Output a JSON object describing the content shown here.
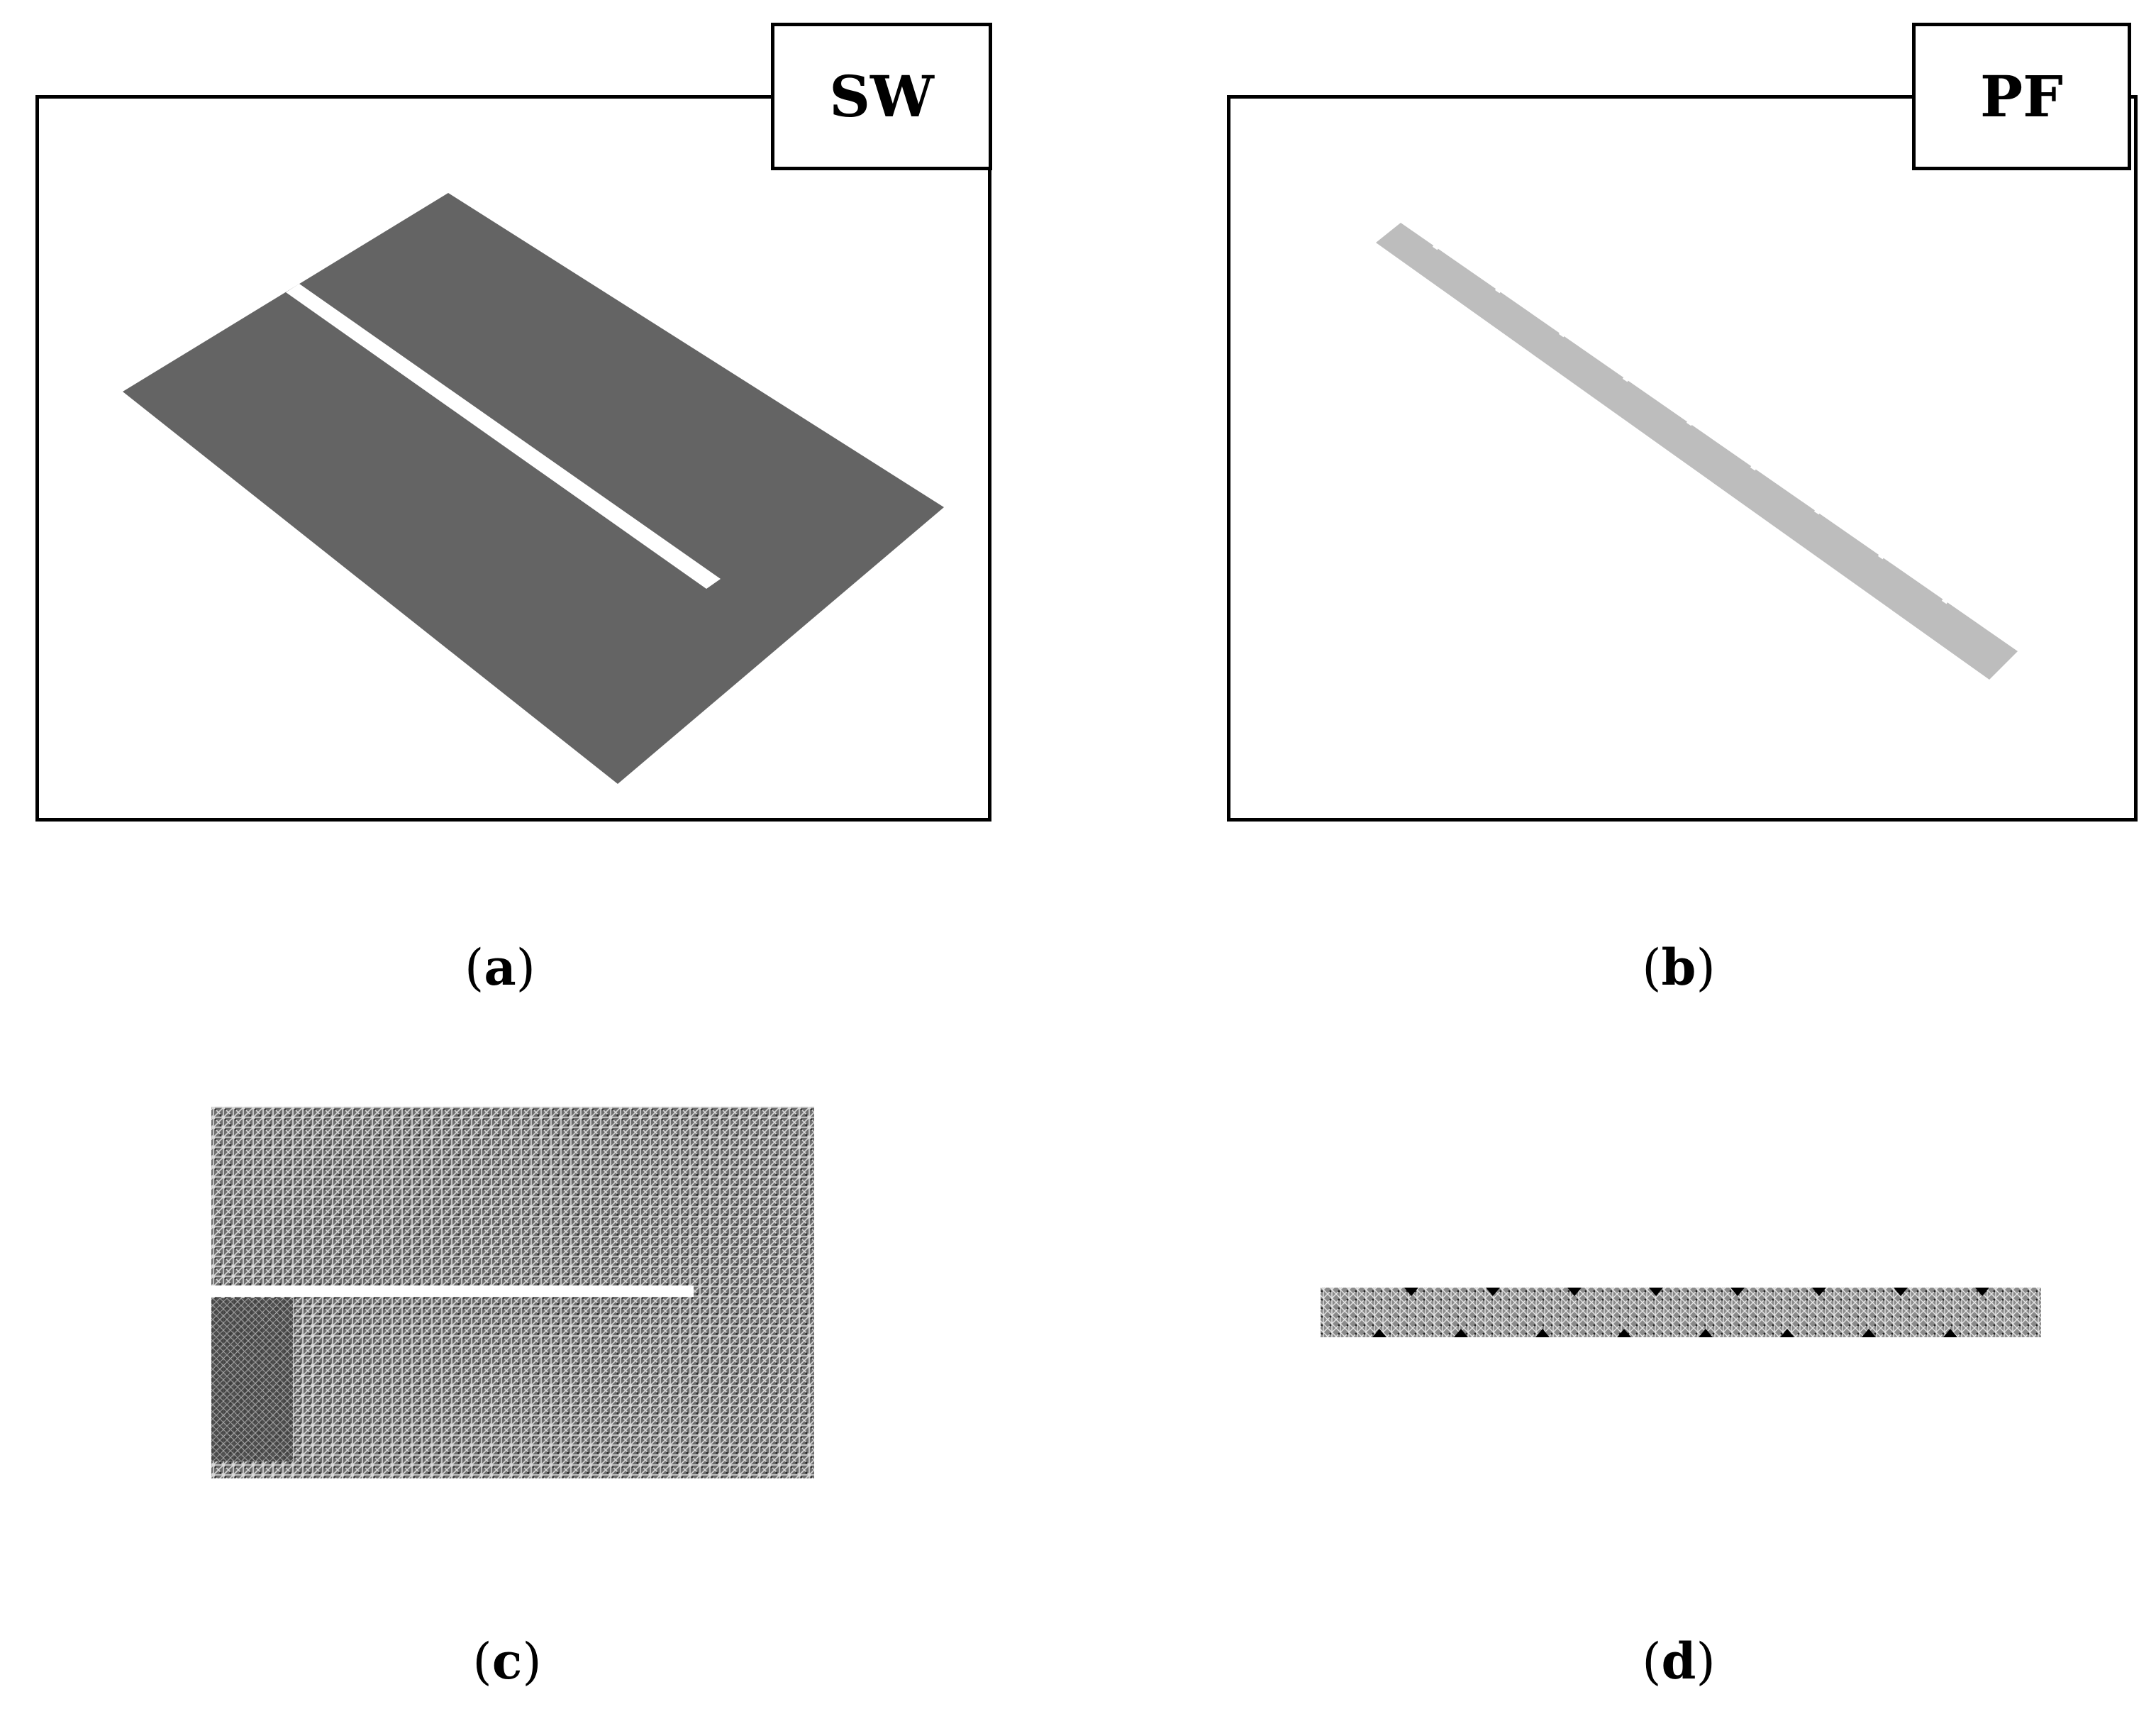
{
  "panels": {
    "a": {
      "tag": "SW",
      "caption_letter": "a"
    },
    "b": {
      "tag": "PF",
      "caption_letter": "b"
    },
    "c": {
      "caption_letter": "c"
    },
    "d": {
      "caption_letter": "d"
    }
  },
  "colors": {
    "sheet_dark": "#646464",
    "strip_light": "#bdbdbd",
    "mesh_dark": "#4a4a4a",
    "border": "#000000"
  }
}
